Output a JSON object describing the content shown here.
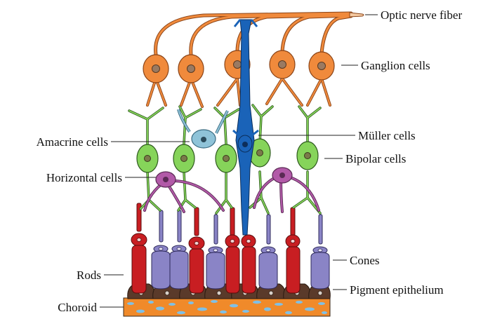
{
  "diagram": {
    "labels": {
      "optic_nerve_fiber": "Optic nerve fiber",
      "ganglion_cells": "Ganglion cells",
      "amacrine_cells": "Amacrine cells",
      "muller_cells": "Müller cells",
      "bipolar_cells": "Bipolar cells",
      "horizontal_cells": "Horizontal cells",
      "cones": "Cones",
      "rods": "Rods",
      "pigment_epithelium": "Pigment epithelium",
      "choroid": "Choroid"
    },
    "colors": {
      "ganglion": "#f08a3c",
      "bipolar": "#86d45a",
      "amacrine": "#8fc3d8",
      "muller": "#1a63b8",
      "horizontal": "#b25aa8",
      "rod": "#c81e22",
      "cone": "#8a84c6",
      "pigment": "#5a3a2a",
      "choroid_orange": "#f08a2a",
      "choroid_blue": "#7fc0e6"
    }
  }
}
